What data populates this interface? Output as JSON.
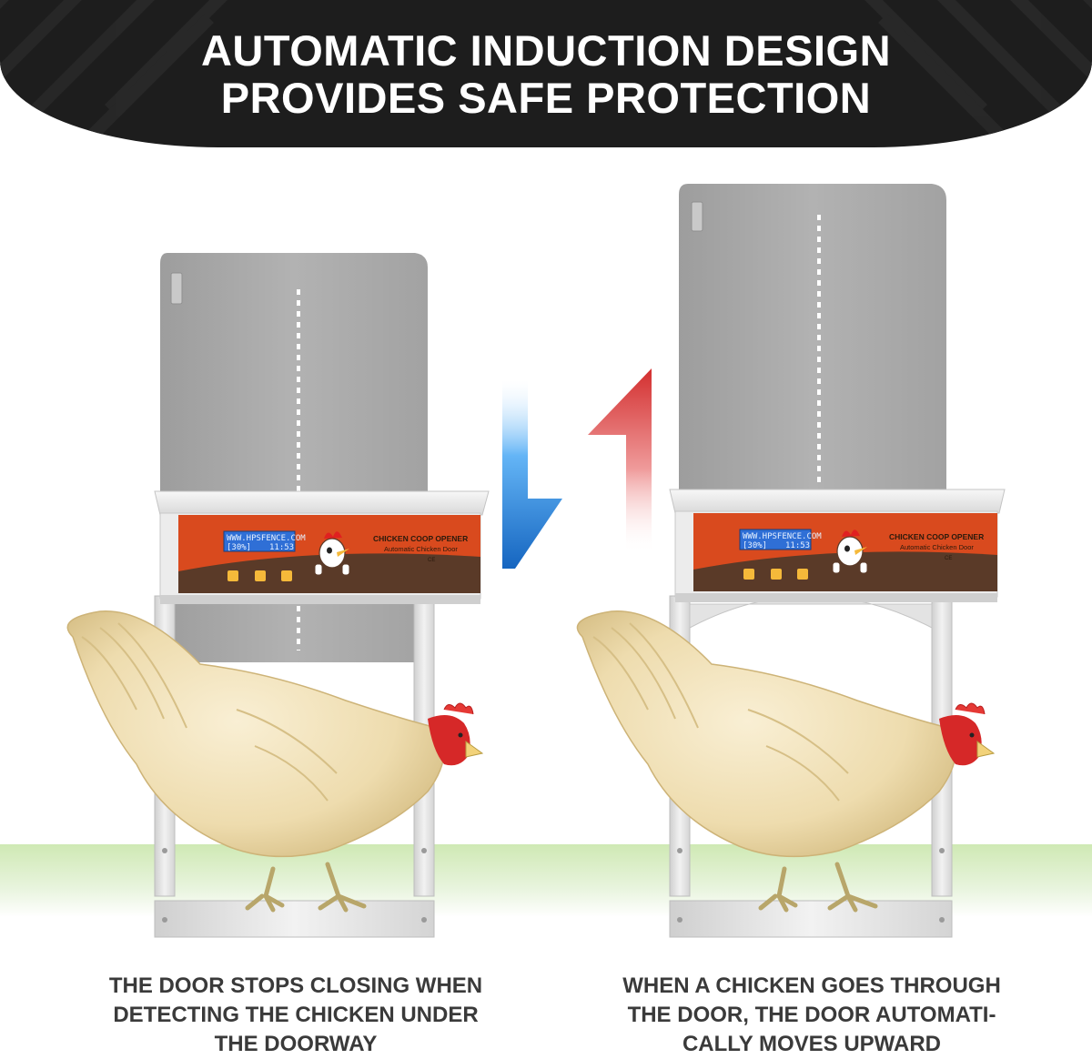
{
  "banner": {
    "title_lines": [
      "AUTOMATIC INDUCTION DESIGN",
      "PROVIDES SAFE PROTECTION"
    ]
  },
  "left_unit": {
    "lcd_line1": "WWW.HPSFENCE.COM",
    "lcd_line2_left": "[30%]",
    "lcd_line2_right": "11:53",
    "panel_title": "CHICKEN COOP OPENER",
    "panel_subtitle": "Automatic Chicken Door",
    "panel_mark": "CE"
  },
  "right_unit": {
    "lcd_line1": "WWW.HPSFENCE.COM",
    "lcd_line2_left": "[30%]",
    "lcd_line2_right": "11:53",
    "panel_title": "CHICKEN COOP OPENER",
    "panel_subtitle": "Automatic Chicken Door",
    "panel_mark": "CE"
  },
  "captions": {
    "left_lines": [
      "THE DOOR STOPS CLOSING WHEN",
      "DETECTING THE CHICKEN UNDER",
      "THE DOORWAY"
    ],
    "right_lines": [
      "WHEN A CHICKEN GOES THROUGH",
      "THE DOOR, THE DOOR AUTOMATI-",
      "CALLY MOVES UPWARD"
    ]
  },
  "arrows": {
    "down_icon": "arrow-down-icon",
    "up_icon": "arrow-up-icon",
    "down_color": "#1e88e5",
    "up_color": "#e53935"
  },
  "colors": {
    "banner_bg": "#1d1d1d",
    "panel_orange": "#d94a1e",
    "panel_brown": "#5a3a28",
    "door_gray": "#a9a9a9"
  }
}
